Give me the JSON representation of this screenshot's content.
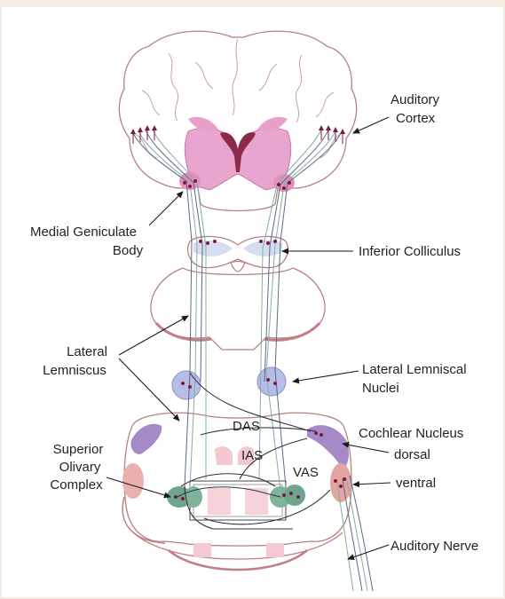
{
  "labels": {
    "auditory_cortex": [
      "Auditory",
      "Cortex"
    ],
    "medial_geniculate_body": [
      "Medial Geniculate",
      "Body"
    ],
    "inferior_colliculus": "Inferior Colliculus",
    "lateral_lemniscus": [
      "Lateral",
      "Lemniscus"
    ],
    "lateral_lemniscal_nuclei": [
      "Lateral Lemniscal",
      "Nuclei"
    ],
    "cochlear_nucleus": "Cochlear Nucleus",
    "dorsal": "dorsal",
    "ventral": "ventral",
    "superior_olivary_complex": [
      "Superior",
      "Olivary",
      "Complex"
    ],
    "das": "DAS",
    "ias": "IAS",
    "vas": "VAS",
    "auditory_nerve": "Auditory Nerve"
  },
  "colors": {
    "thalamus_pink": "#e8a6cf",
    "ventricle_maroon": "#8c2a4a",
    "lemniscal_nuclei_blue": "#b7bde6",
    "olivary_green": "#6fa58a",
    "cochlear_dorsal_purple": "#a58ac8",
    "cochlear_ventral_salmon": "#e4a5a0",
    "brainstem_outline": "#c07f86"
  }
}
